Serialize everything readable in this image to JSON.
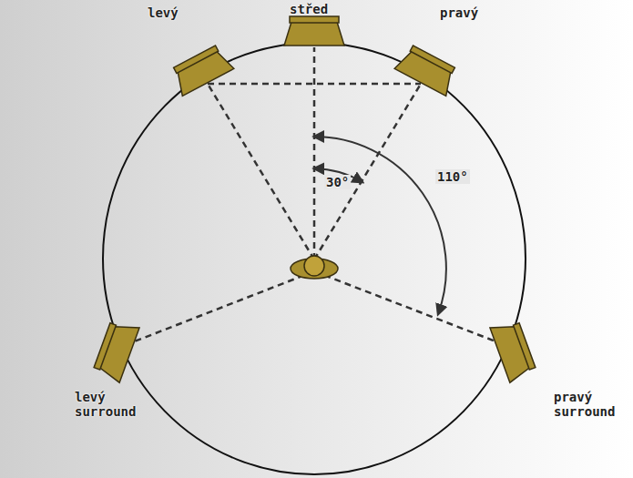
{
  "diagram": {
    "labels": [
      "levý",
      "střed",
      "pravý",
      "30°",
      "110°",
      "levý surround",
      "pravý surround"
    ]
  }
}
